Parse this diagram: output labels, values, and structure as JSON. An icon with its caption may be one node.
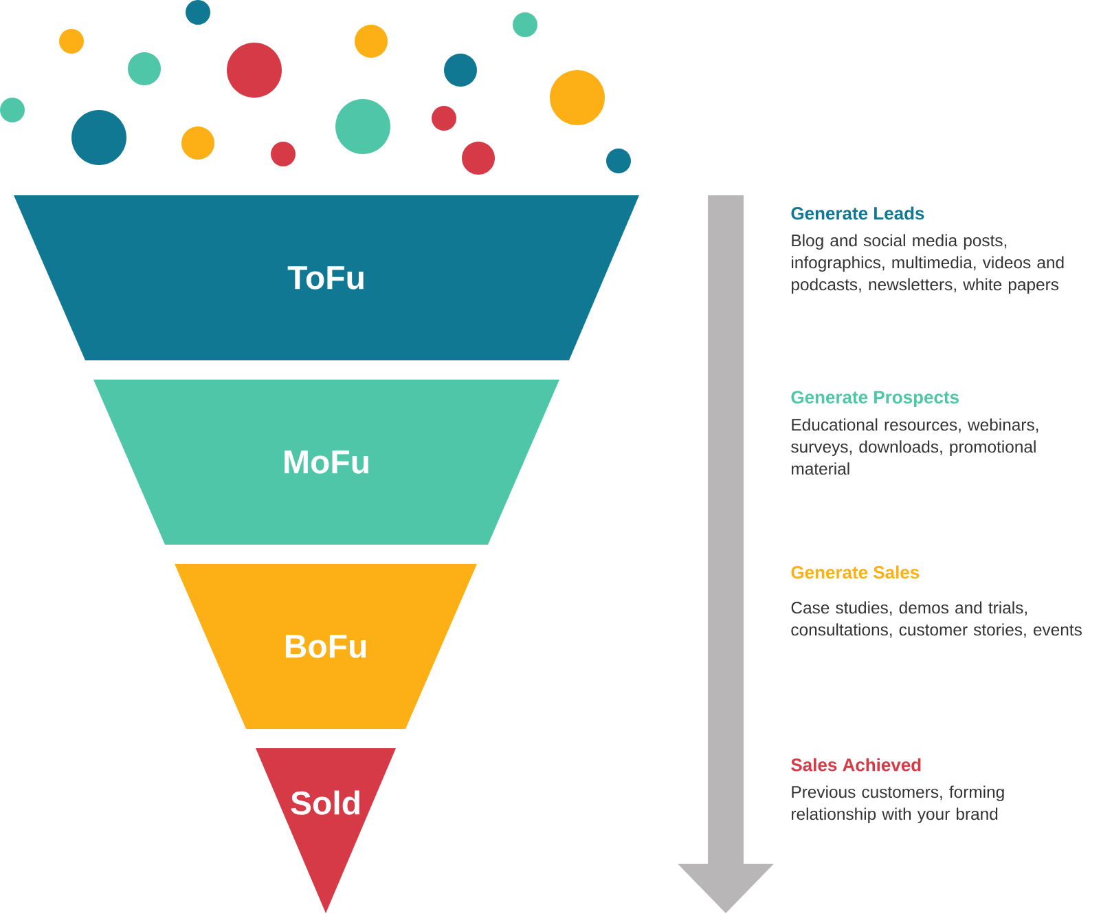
{
  "diagram": {
    "nodes": [
      {
        "text": [
          "ToFu"
        ]
      },
      {
        "text": [
          "MoFu"
        ]
      },
      {
        "text": [
          "BoFu"
        ]
      },
      {
        "text": [
          "Sold"
        ]
      }
    ],
    "labels": [
      "Generate Leads",
      "Blog and social media posts, infographics, multimedia, videos and podcasts, newsletters, white papers",
      "Generate Prospects",
      "Educational resources, webinars, surveys, downloads, promotional material",
      "Generate Sales",
      "Case studies, demos and trials, consultations, customer stories, events",
      "Sales Achieved",
      "Previous customers, forming relationship with your brand"
    ]
  }
}
